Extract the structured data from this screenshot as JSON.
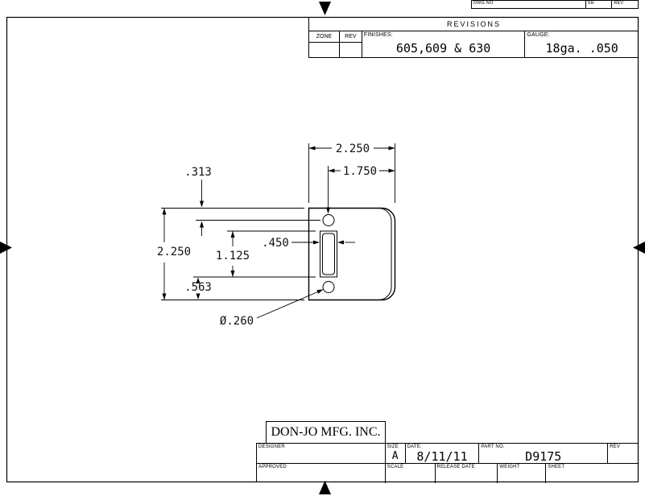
{
  "sheet_header": {
    "dwg_no_label": "DWG NO",
    "sh_label": "SH",
    "rev_label": "REV"
  },
  "revisions": {
    "title": "REVISIONS",
    "zone_label": "ZONE",
    "rev_label": "REV",
    "finishes_label": "FINISHES:",
    "finishes_value": "605,609 & 630",
    "gauge_label": "GAUGE:",
    "gauge_value": "18ga.  .050"
  },
  "dimensions": {
    "overall_width": "2.250",
    "hole_to_edge": "1.750",
    "top_edge_to_hole": ".313",
    "overall_height": "2.250",
    "slot_height": "1.125",
    "slot_width": ".450",
    "slot_to_bottom": ".563",
    "hole_diameter": "Ø.260"
  },
  "title_block": {
    "company": "DON-JO MFG. INC.",
    "designer_label": "DESIGNER",
    "approved_label": "APPROVED",
    "size_label": "SIZE",
    "size_value": "A",
    "date_label": "DATE:",
    "date_value": "8/11/11",
    "part_no_label": "PART NO.",
    "part_no_value": "D9175",
    "rev_label": "REV",
    "scale_label": "SCALE",
    "release_date_label": "RELEASE DATE",
    "weight_label": "WEIGHT",
    "sheet_label": "SHEET"
  }
}
